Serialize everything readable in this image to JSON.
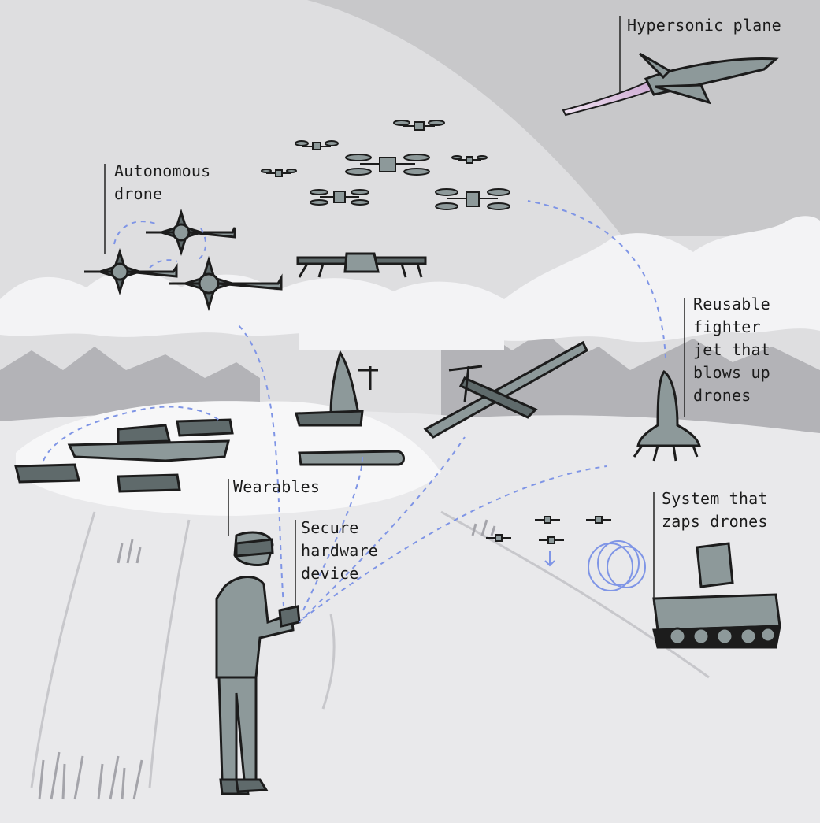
{
  "labels": {
    "hypersonic_plane": {
      "lines": [
        "Hypersonic plane"
      ]
    },
    "autonomous_drone": {
      "lines": [
        "Autonomous",
        "drone"
      ]
    },
    "reusable_fighter_jet": {
      "lines": [
        "Reusable",
        "fighter",
        "jet that",
        "blows up",
        "drones"
      ]
    },
    "wearables": {
      "lines": [
        "Wearables"
      ]
    },
    "secure_hardware_device": {
      "lines": [
        "Secure",
        "hardware",
        "device"
      ]
    },
    "zapper_system": {
      "lines": [
        "System that",
        "zaps drones"
      ]
    }
  },
  "colors": {
    "sky": "#c8c8ca",
    "haze": "#dedee0",
    "ground": "#e9e9eb",
    "cloud": "#f3f3f5",
    "mountain": "#b3b3b7",
    "vehicle_fill": "#8d999a",
    "vehicle_dark": "#5f6a6b",
    "outline": "#1c1c1c",
    "link": "#7f95e6",
    "leader": "#222222",
    "plane_trail": "#c9a4cf"
  }
}
